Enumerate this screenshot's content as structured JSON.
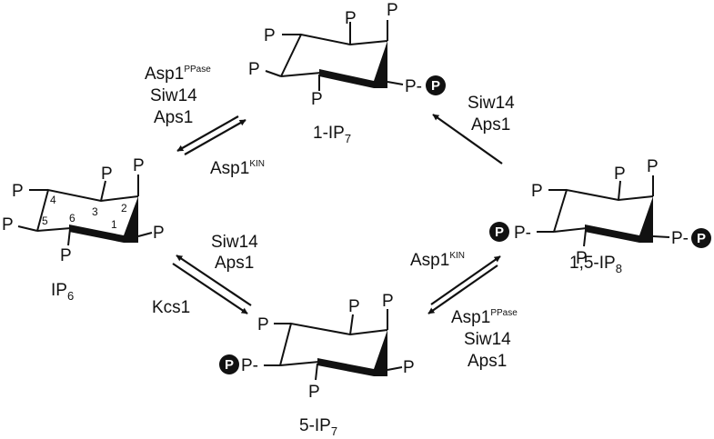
{
  "colors": {
    "ink": "#111111",
    "background": "#ffffff",
    "circle_text": "#ffffff"
  },
  "phosphate": "P",
  "pp_bond": "P-",
  "compounds": {
    "ip6": {
      "main": "IP",
      "sub": "6",
      "ring_numbers": [
        "1",
        "2",
        "3",
        "4",
        "5",
        "6"
      ]
    },
    "ip7_1": {
      "main": "1-IP",
      "sub": "7"
    },
    "ip7_5": {
      "main": "5-IP",
      "sub": "7"
    },
    "ip8": {
      "main": "1,5-IP",
      "sub": "8"
    }
  },
  "enzymes": {
    "asp1": "Asp1",
    "ppase": "PPase",
    "kin": "KIN",
    "siw14": "Siw14",
    "aps1": "Aps1",
    "kcs1": "Kcs1"
  }
}
